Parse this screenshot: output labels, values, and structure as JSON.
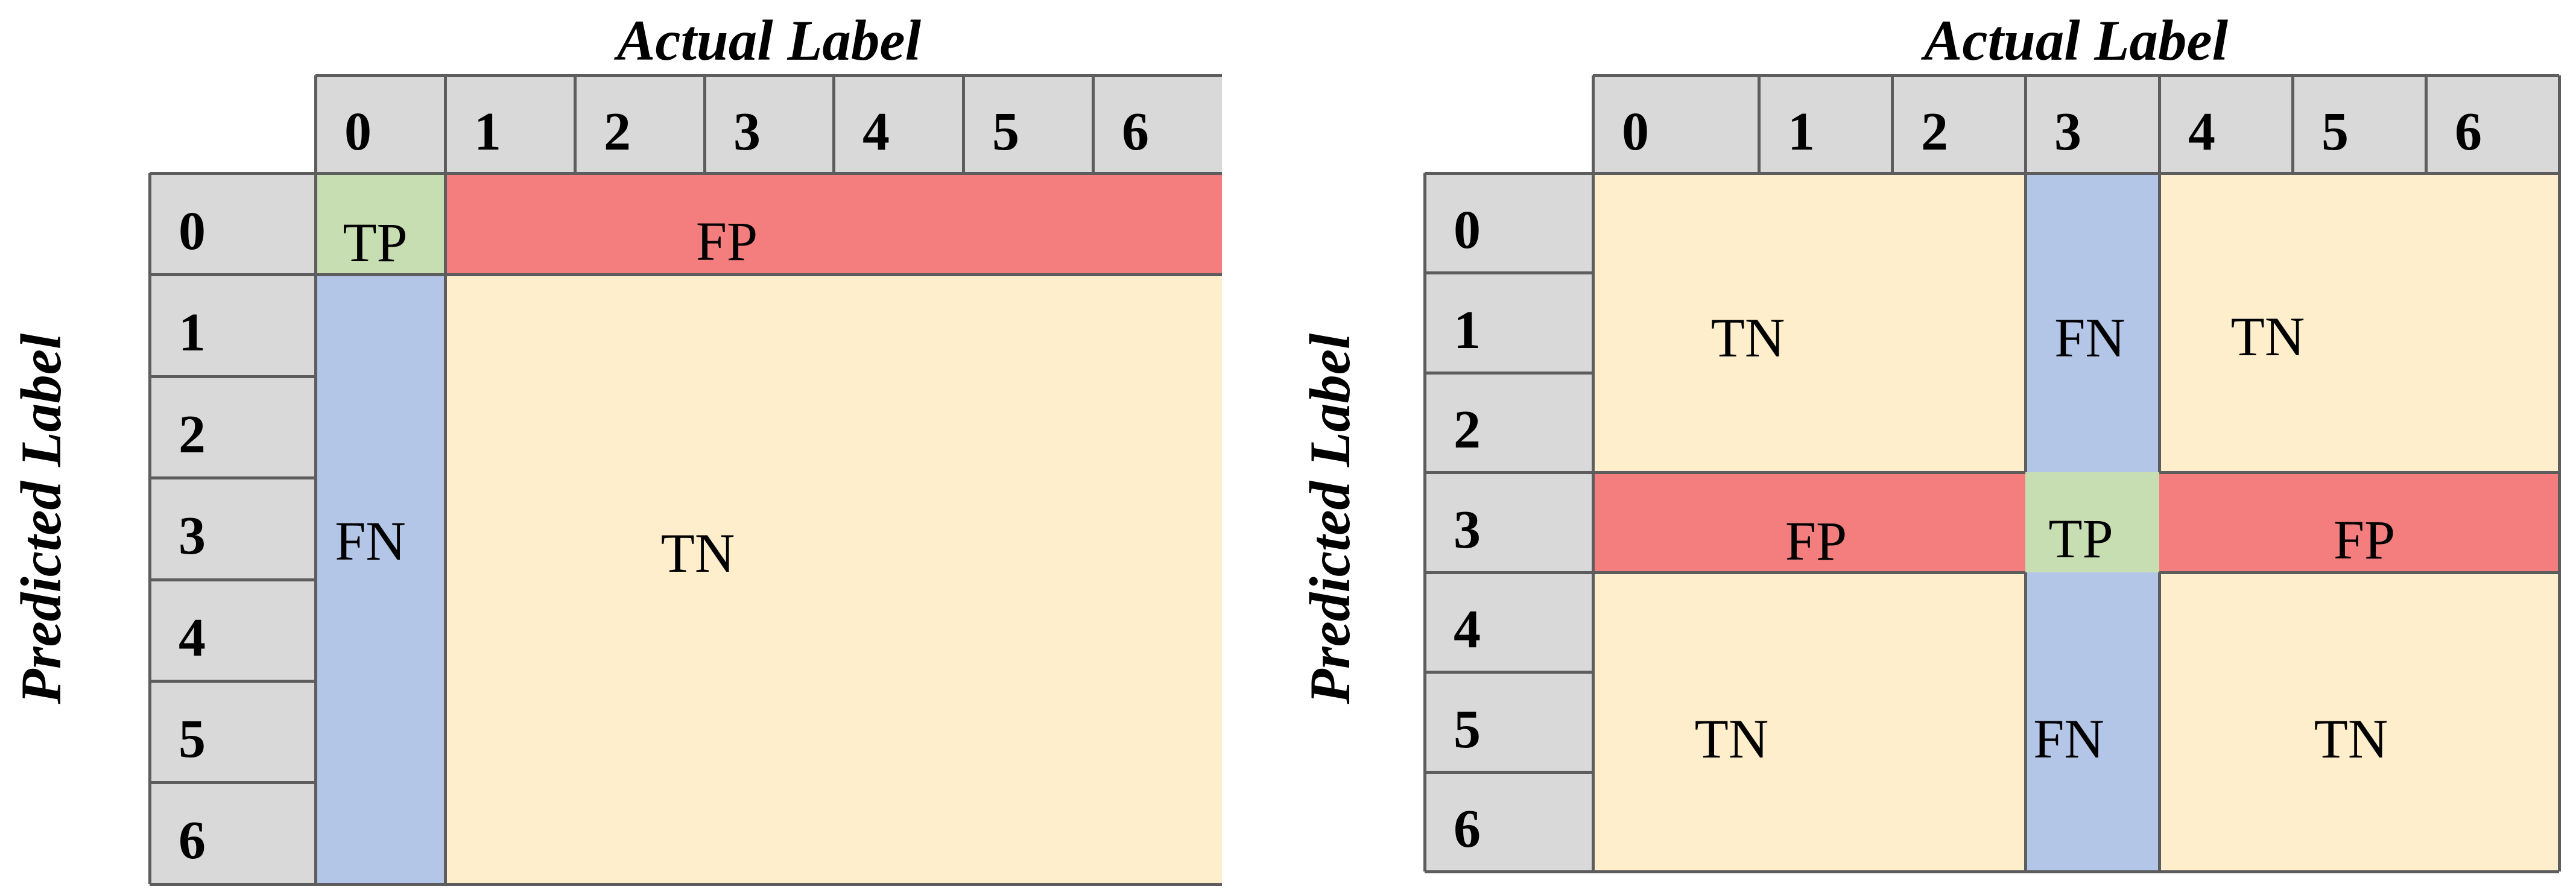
{
  "left_table": {
    "title": "Actual Label",
    "y_label": "Predicted Label",
    "positive_class": "0",
    "col_headers": [
      "0",
      "1",
      "2",
      "3",
      "4",
      "5",
      "6"
    ],
    "row_headers": [
      "0",
      "1",
      "2",
      "3",
      "4",
      "5",
      "6"
    ],
    "cells": {
      "tp": "TP",
      "fp": "FP",
      "fn": "FN",
      "tn": "TN"
    }
  },
  "right_table": {
    "title": "Actual Label",
    "y_label": "Predicted Label",
    "positive_class": "3",
    "col_headers": [
      "0",
      "1",
      "2",
      "3",
      "4",
      "5",
      "6"
    ],
    "row_headers": [
      "0",
      "1",
      "2",
      "3",
      "4",
      "5",
      "6"
    ],
    "cells": {
      "tn_top_left": "TN",
      "fn_top": "FN",
      "tn_top_right": "TN",
      "fp_left": "FP",
      "tp": "TP",
      "fp_right": "FP",
      "tn_bottom_left": "TN",
      "fn_bottom": "FN",
      "tn_bottom_right": "TN"
    }
  },
  "colors": {
    "header_gray": "#d9d9d9",
    "tp_green": "#c7deb2",
    "fp_red": "#f47e7e",
    "fn_blue": "#b3c6e7",
    "tn_yellow": "#feeecb",
    "grid_border": "#5d5d5d",
    "background": "#ffffff",
    "text": "#000000"
  }
}
